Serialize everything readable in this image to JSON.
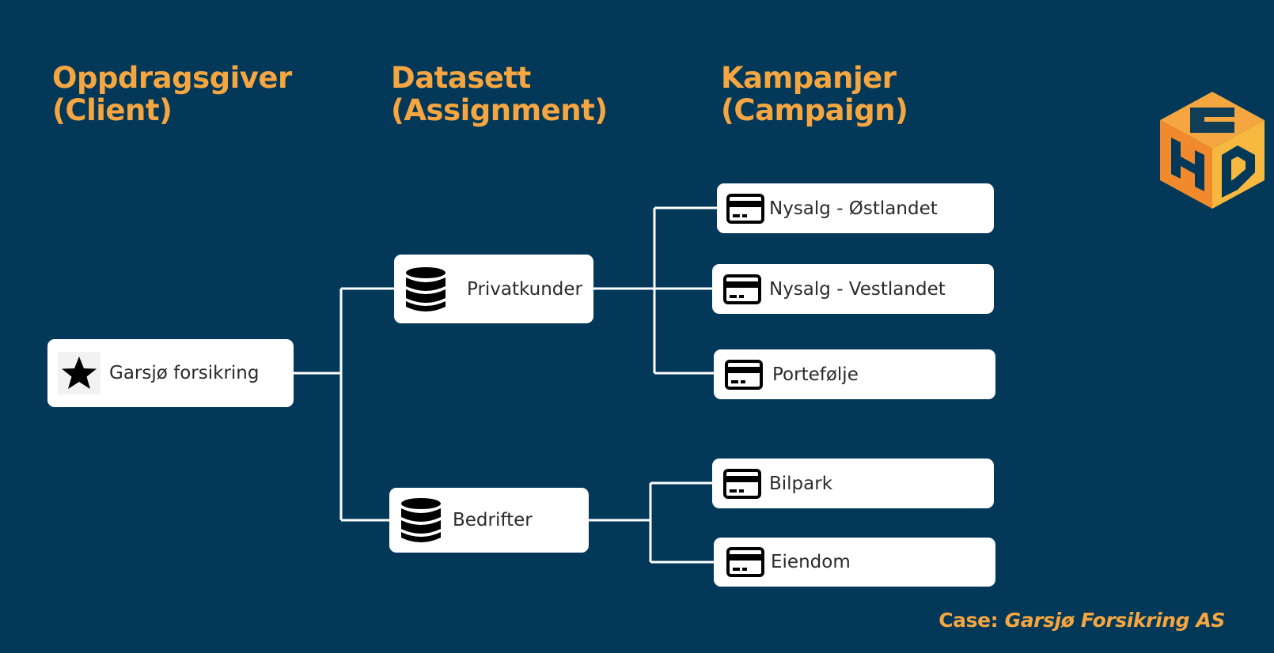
{
  "headers": {
    "client": {
      "line1": "Oppdragsgiver",
      "line2": "(Client)"
    },
    "assignment": {
      "line1": "Datasett",
      "line2": "(Assignment)"
    },
    "campaign": {
      "line1": "Kampanjer",
      "line2": "(Campaign)"
    }
  },
  "client_node": {
    "label": "Garsjø forsikring",
    "icon": "star-icon"
  },
  "datasets": [
    {
      "label": "Privatkunder",
      "icon": "database-icon"
    },
    {
      "label": "Bedrifter",
      "icon": "database-icon"
    }
  ],
  "campaigns": [
    {
      "label": "Nysalg - Østlandet",
      "icon": "card-icon",
      "dataset": "Privatkunder"
    },
    {
      "label": "Nysalg - Vestlandet",
      "icon": "card-icon",
      "dataset": "Privatkunder"
    },
    {
      "label": "Portefølje",
      "icon": "card-icon",
      "dataset": "Privatkunder"
    },
    {
      "label": "Bilpark",
      "icon": "card-icon",
      "dataset": "Bedrifter"
    },
    {
      "label": "Eiendom",
      "icon": "card-icon",
      "dataset": "Bedrifter"
    }
  ],
  "footer": {
    "prefix": "Case:",
    "company": "Garsjø Forsikring AS"
  },
  "colors": {
    "background": "#033858",
    "accent": "#f6a640",
    "node": "#ffffff",
    "connector": "#ffffff"
  },
  "logo": {
    "icon": "hs-cube-logo"
  }
}
